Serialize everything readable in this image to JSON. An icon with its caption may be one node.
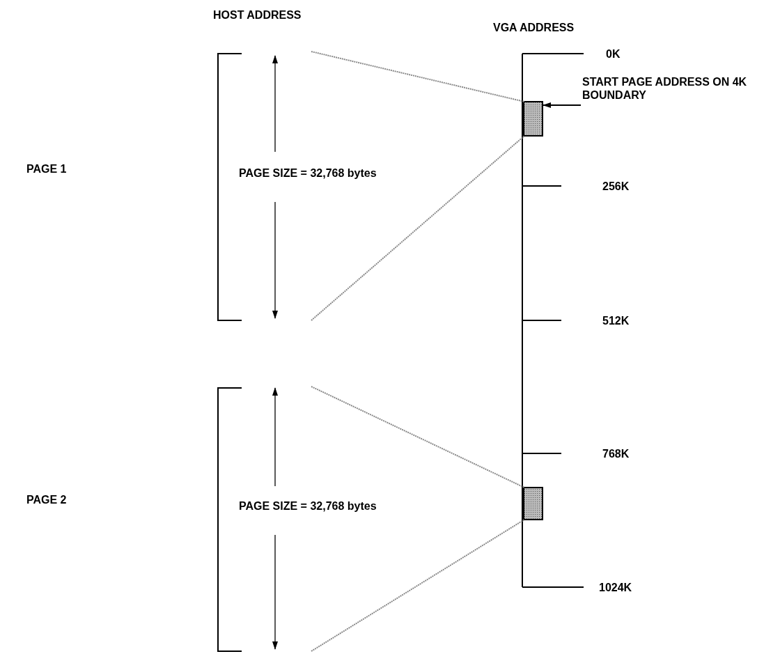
{
  "diagram": {
    "nodes": [
      {
        "text": [],
        "shape": "box"
      },
      {
        "text": [
          "START PAGE ADDRESS ON 4K BOUNDARY"
        ]
      },
      {
        "text": [],
        "shape": "box"
      }
    ],
    "edges": [
      {
        "from": 1,
        "to": 0,
        "arrow": "to",
        "color": "#000000"
      },
      {
        "from": null,
        "to": 0,
        "arrow": "none",
        "style": "dashed",
        "color": "#888888"
      },
      {
        "from": null,
        "to": 0,
        "arrow": "none",
        "style": "dashed",
        "color": "#888888"
      },
      {
        "from": null,
        "to": 2,
        "arrow": "none",
        "style": "dashed",
        "color": "#888888"
      },
      {
        "from": null,
        "to": 2,
        "arrow": "none",
        "style": "dashed",
        "color": "#888888"
      }
    ],
    "labels": [
      "HOST ADDRESS",
      "VGA ADDRESS",
      "0K",
      "PAGE 1",
      "PAGE SIZE = 32,768 bytes",
      "256K",
      "512K",
      "768K",
      "PAGE 2",
      "PAGE SIZE = 32,768 bytes",
      "1024K"
    ]
  }
}
